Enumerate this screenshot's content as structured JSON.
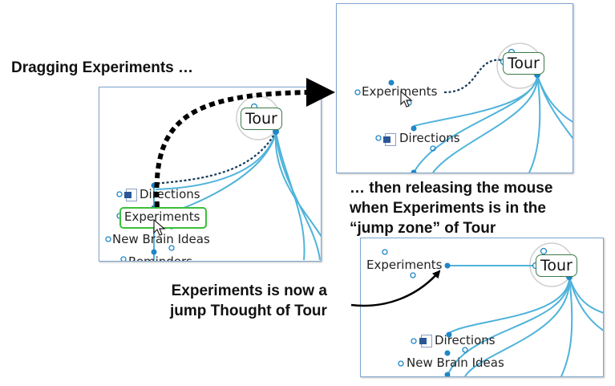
{
  "captions": {
    "dragging": "Dragging Experiments …",
    "releasing_line1": "… then releasing the mouse",
    "releasing_line2": "when Experiments is in the",
    "releasing_line3": "“jump zone” of Tour",
    "result_line1": "Experiments is now a",
    "result_line2": "jump Thought of Tour"
  },
  "panel_before": {
    "tour": "Tour",
    "directions": "Directions",
    "experiments": "Experiments",
    "new_brain_ideas": "New Brain Ideas",
    "reminders": "Reminders"
  },
  "panel_dragging": {
    "tour": "Tour",
    "experiments": "Experiments",
    "directions": "Directions"
  },
  "panel_after": {
    "tour": "Tour",
    "experiments": "Experiments",
    "directions": "Directions",
    "new_brain_ideas": "New Brain Ideas"
  },
  "colors": {
    "link": "#4fb3da",
    "node": "#1f86c8",
    "tour_border": "#3c7a4a",
    "selection": "#3bbf3b",
    "panel_border": "#7ea6cf"
  },
  "icons": [
    "word-document-icon",
    "mouse-cursor-icon",
    "drag-move-cursor-icon"
  ]
}
